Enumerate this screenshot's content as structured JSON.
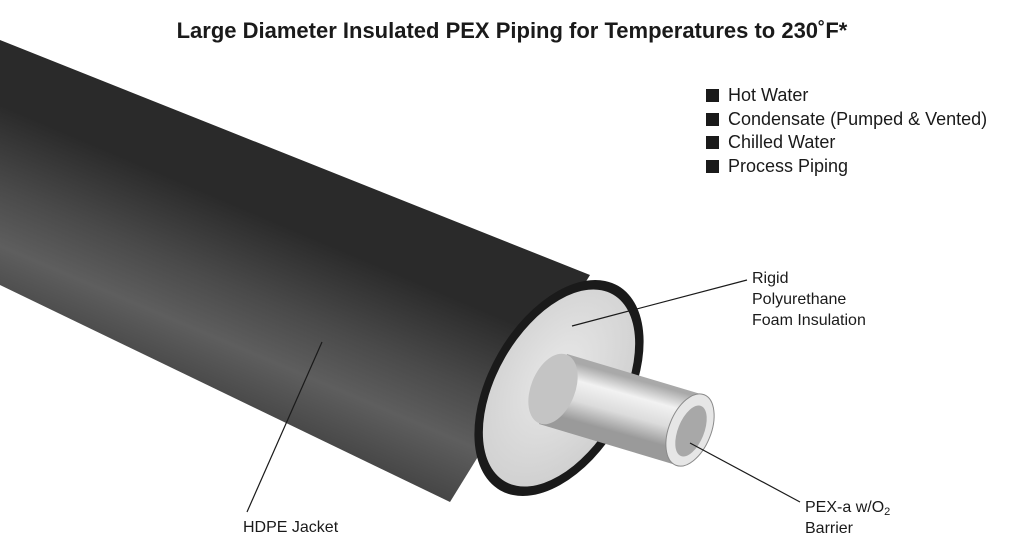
{
  "title": "Large Diameter Insulated PEX Piping for Temperatures to 230˚F*",
  "applications": [
    "Hot Water",
    "Condensate (Pumped & Vented)",
    "Chilled Water",
    "Process Piping"
  ],
  "callouts": {
    "foam": {
      "line1": "Rigid",
      "line2": "Polyurethane",
      "line3": "Foam Insulation"
    },
    "jacket": "HDPE Jacket",
    "pex": {
      "line1_main": "PEX-a w/O",
      "line1_sub": "2",
      "line2": "Barrier"
    }
  },
  "colors": {
    "jacket_dark": "#2a2a2a",
    "jacket_light": "#5e5e5e",
    "foam": "#d9d9d9",
    "pipe_light": "#f2f2f2",
    "pipe_dark": "#a9a9a9",
    "text": "#1a1a1a"
  }
}
